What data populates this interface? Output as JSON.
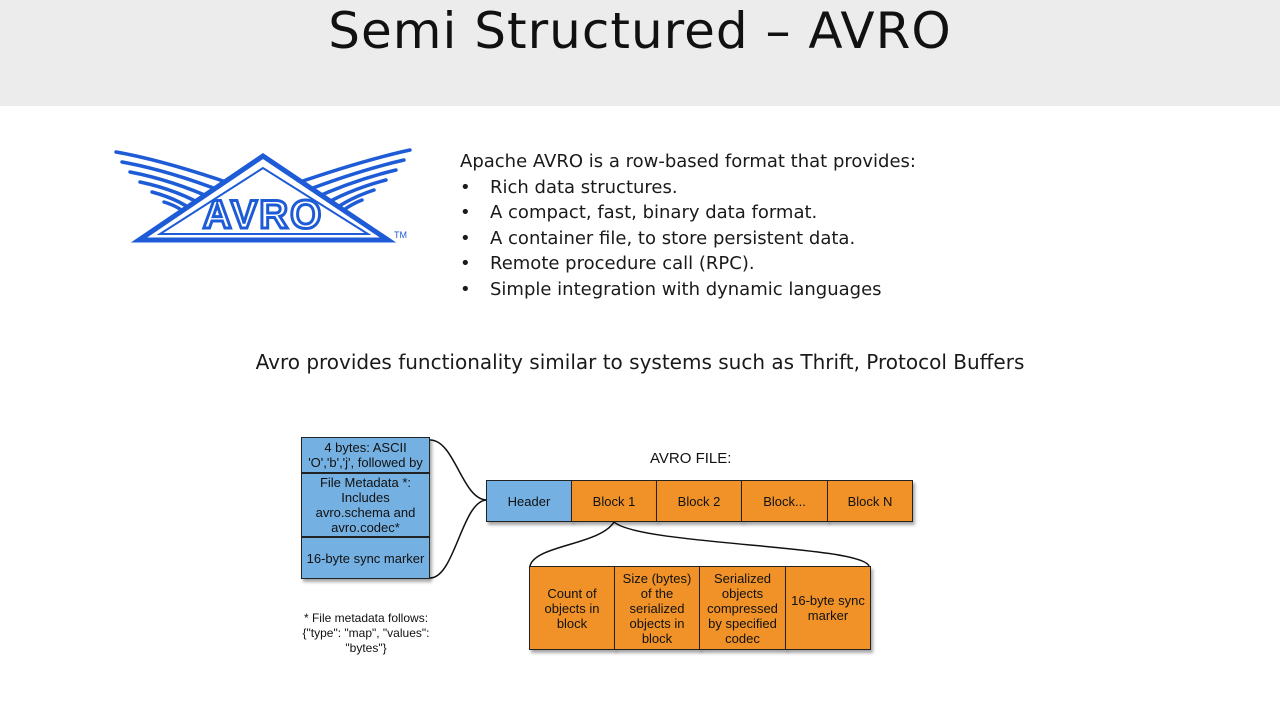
{
  "title": "Semi Structured – AVRO",
  "logo": {
    "wordmark": "AVRO",
    "tm": "TM"
  },
  "intro": {
    "lead": "Apache AVRO is a row-based format that provides:",
    "bullets": [
      "Rich data structures.",
      "A compact, fast, binary data format.",
      "A container file, to store persistent data.",
      "Remote procedure call (RPC).",
      "Simple integration with dynamic languages"
    ]
  },
  "similar": "Avro provides functionality similar to systems such as Thrift, Protocol Buffers",
  "diagram": {
    "file_label": "AVRO FILE:",
    "header_parts": [
      "4 bytes: ASCII 'O','b','j', followed by",
      "File Metadata *: Includes avro.schema and avro.codec*",
      "16-byte sync marker"
    ],
    "file_blocks": [
      "Header",
      "Block 1",
      "Block 2",
      "Block...",
      "Block N"
    ],
    "block_parts": [
      "Count of objects in block",
      "Size (bytes) of the serialized objects in block",
      "Serialized objects compressed by specified codec",
      "16-byte sync marker"
    ],
    "footnote": "* File metadata follows: {\"type\": \"map\", \"values\": \"bytes\"}"
  },
  "colors": {
    "logo_blue": "#1e5bd6",
    "header_box": "#74b0e2",
    "block_box": "#f09228",
    "title_bar": "#ececec"
  }
}
